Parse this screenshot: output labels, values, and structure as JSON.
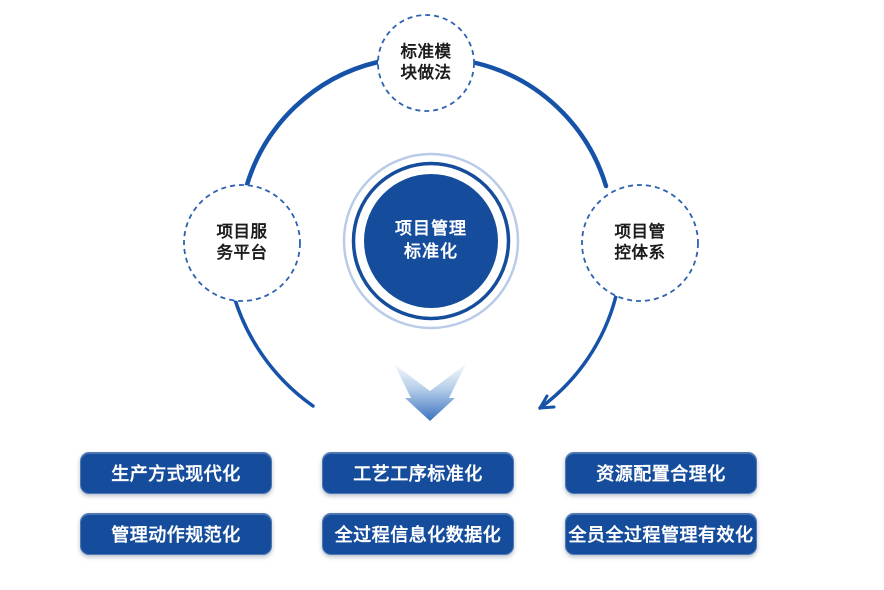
{
  "diagram": {
    "center": {
      "line1": "项目管理",
      "line2": "标准化"
    },
    "satellites": [
      {
        "id": "top",
        "line1": "标准模",
        "line2": "块做法"
      },
      {
        "id": "left",
        "line1": "项目服",
        "line2": "务平台"
      },
      {
        "id": "right",
        "line1": "项目管",
        "line2": "控体系"
      }
    ],
    "boxes": [
      "生产方式现代化",
      "工艺工序标准化",
      "资源配置合理化",
      "管理动作规范化",
      "全过程信息化数据化",
      "全员全过程管理有效化"
    ],
    "colors": {
      "primary_blue": "#154D9C",
      "arc_blue": "#1552A8",
      "outer_ring_light": "#B9CBE7",
      "dashed_border": "#2D62B0",
      "satellite_text": "#1C1C1C",
      "center_text": "#FFFFFF",
      "arrow_gradient_top": "#FFFFFF",
      "arrow_gradient_mid": "#B9D0EA",
      "arrow_gradient_bottom": "#3570BD"
    }
  }
}
